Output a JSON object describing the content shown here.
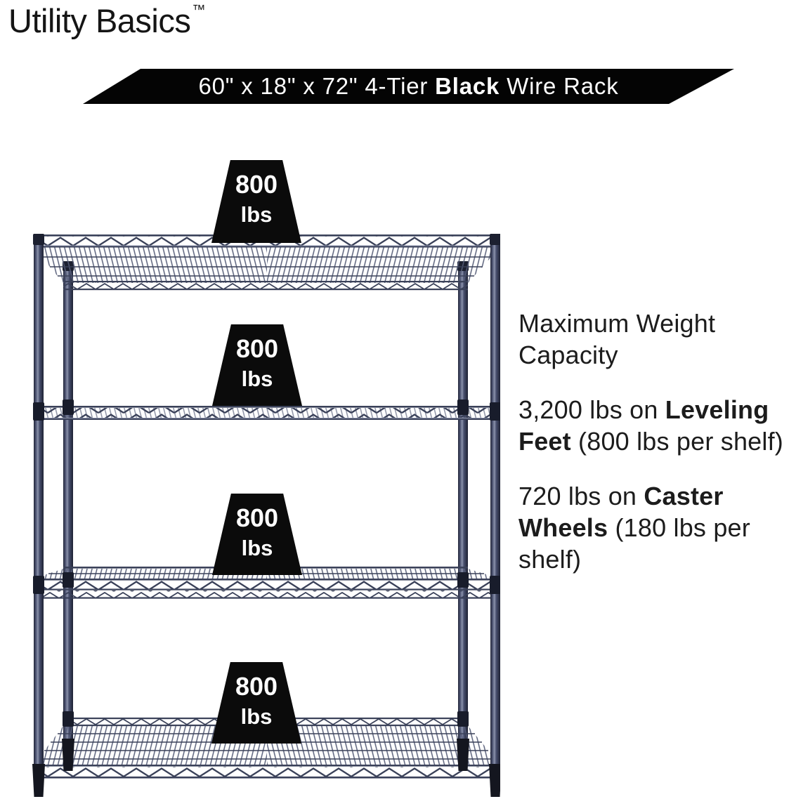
{
  "brand": {
    "name": "Utility Basics",
    "trademark": "™"
  },
  "banner": {
    "title_pre": "60\" x 18\" x 72\" 4-Tier ",
    "title_bold": "Black",
    "title_post": " Wire Rack",
    "background": "#040404",
    "text_color": "#ffffff"
  },
  "rack": {
    "tiers": 4,
    "wire_color": "#3a4159",
    "weights": [
      {
        "value": "800",
        "unit": "lbs"
      },
      {
        "value": "800",
        "unit": "lbs"
      },
      {
        "value": "800",
        "unit": "lbs"
      },
      {
        "value": "800",
        "unit": "lbs"
      }
    ]
  },
  "info": {
    "heading": "Maximum Weight Capacity",
    "specs": [
      {
        "pre": "3,200 lbs on ",
        "bold": "Leveling Feet",
        "post": " (800 lbs per shelf)"
      },
      {
        "pre": "720 lbs on ",
        "bold": "Caster Wheels",
        "post": " (180 lbs per shelf)"
      }
    ]
  },
  "colors": {
    "weight_block": "#0b0b0b",
    "text": "#1c1c1c",
    "background": "#ffffff"
  }
}
